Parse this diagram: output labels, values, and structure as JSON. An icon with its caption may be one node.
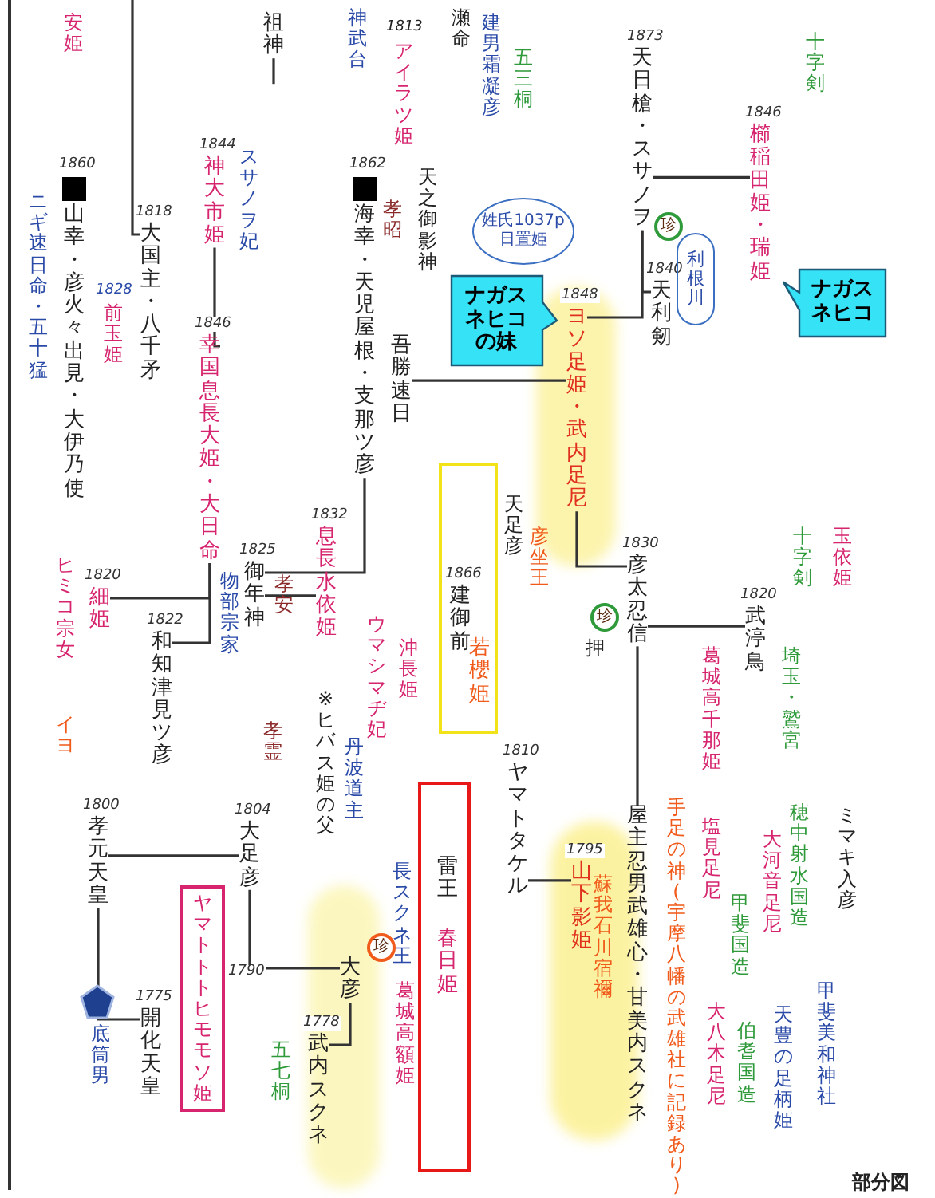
{
  "diagram": {
    "nodes": [
      {
        "text": [
          "天日槍・スサノヲ"
        ],
        "beside": [
          "1873"
        ]
      },
      {
        "text": [
          "櫛稲田姫・瑞姫"
        ],
        "beside": [
          "1846"
        ]
      },
      {
        "text": [
          "天利剱"
        ],
        "beside": [
          "1840"
        ]
      },
      {
        "text": [
          "ヨソ足姫・武内足尼"
        ],
        "beside": [
          "1848"
        ]
      },
      {
        "text": [
          "大国主・八千矛"
        ],
        "beside": [
          "1818"
        ]
      },
      {
        "text": [
          "祖神"
        ]
      },
      {
        "text": [
          "神大市姫"
        ],
        "beside": [
          "1844"
        ]
      },
      {
        "text": [
          "幸国息長大姫・大日命"
        ],
        "beside": [
          "1846"
        ]
      },
      {
        "text": [
          "海幸・天児屋根・支那ツ彦"
        ],
        "beside": [
          "1862"
        ]
      },
      {
        "text": [
          "吾勝速日"
        ]
      },
      {
        "text": [
          "和知津見ツ彦"
        ],
        "beside": [
          "1822"
        ]
      },
      {
        "text": [
          "細姫"
        ],
        "beside": [
          "1820"
        ]
      },
      {
        "text": [
          "御年神"
        ],
        "beside": [
          "1825"
        ]
      },
      {
        "text": [
          "息長水依姫"
        ],
        "beside": [
          "1832"
        ]
      },
      {
        "text": [
          "彦太忍信"
        ],
        "beside": [
          "1830"
        ]
      },
      {
        "text": [
          "武渟鳥"
        ],
        "beside": [
          "1820"
        ]
      },
      {
        "text": [
          "屋主忍男武雄心・甘美内スクネ"
        ]
      },
      {
        "text": [
          "ヤマトタケル"
        ],
        "beside": [
          "1810"
        ]
      },
      {
        "text": [
          "山下影姫"
        ],
        "beside": [
          "1795"
        ]
      },
      {
        "text": [
          "孝元天皇"
        ],
        "beside": [
          "1800"
        ]
      },
      {
        "text": [
          "大足彦"
        ],
        "beside": [
          "1804"
        ]
      },
      {
        "text": [
          "開化天皇"
        ],
        "beside": [
          "1775"
        ]
      },
      {
        "text": [
          "大彦"
        ]
      },
      {
        "text": [
          "武内スクネ"
        ],
        "beside": [
          "1778"
        ]
      },
      {
        "text": [
          "ナガスネヒコの妹"
        ]
      },
      {
        "text": [
          "ナガスネヒコ"
        ]
      },
      {
        "text": [
          "姓氏1037p",
          "日置姫"
        ]
      },
      {
        "text": [
          "利根川"
        ]
      },
      {
        "text": [],
        "shape": "box"
      },
      {
        "text": [
          "建御前"
        ],
        "beside": [
          "1866"
        ],
        "in": 28
      },
      {
        "text": [
          "若櫻姫"
        ],
        "in": 28
      },
      {
        "text": [],
        "shape": "box"
      },
      {
        "text": [
          "雷王"
        ],
        "in": 31
      },
      {
        "text": [
          "春日姫"
        ],
        "in": 31
      },
      {
        "text": [
          "ヤマトトトヒモモソ姫"
        ],
        "beside": [
          "1790"
        ]
      },
      {
        "text": [
          "山幸・彦火々出見・大伊乃使"
        ],
        "beside": [
          "1860"
        ]
      }
    ],
    "edges": [
      {
        "from": null,
        "to": 4,
        "arrow": "none"
      },
      {
        "from": 5,
        "to": null,
        "arrow": "none"
      },
      {
        "from": 0,
        "to": 1,
        "arrow": "none"
      },
      {
        "from": 0,
        "to": 3,
        "arrow": "none"
      },
      {
        "from": 0,
        "to": 2,
        "arrow": "none"
      },
      {
        "from": 6,
        "to": 7,
        "arrow": "none"
      },
      {
        "from": 9,
        "to": 3,
        "arrow": "none"
      },
      {
        "from": 7,
        "to": 10,
        "arrow": "none"
      },
      {
        "from": 7,
        "to": 11,
        "arrow": "none"
      },
      {
        "from": 8,
        "to": 12,
        "arrow": "none"
      },
      {
        "from": 12,
        "to": 13,
        "arrow": "none"
      },
      {
        "from": 3,
        "to": 14,
        "arrow": "none"
      },
      {
        "from": 14,
        "to": 15,
        "arrow": "none"
      },
      {
        "from": 14,
        "to": 16,
        "arrow": "none"
      },
      {
        "from": 19,
        "to": 20,
        "arrow": "none"
      },
      {
        "from": 19,
        "to": 21,
        "arrow": "none"
      },
      {
        "from": 20,
        "to": 22,
        "arrow": "none"
      },
      {
        "from": 22,
        "to": 23,
        "arrow": "none"
      },
      {
        "from": 17,
        "to": 18,
        "arrow": "none"
      }
    ],
    "labels": [
      "安姫",
      "神武台",
      "アイラツ姫",
      "1813",
      "瀬命",
      "建男霜凝彦",
      "五三桐",
      "十字剣",
      "珍",
      "ニギ速日命・五十猛",
      "前玉姫",
      "1828",
      "スサノヲ妃",
      "天之御影神",
      "孝昭",
      "ヒミコ宗女",
      "イヨ",
      "物部宗家",
      "孝安",
      "孝霊",
      "※ヒバス姫の父",
      "ウマシマヂ妃",
      "沖長姫",
      "丹波道主",
      "天足彦",
      "彦坐王",
      "押",
      "珍",
      "葛城高千那姫",
      "十字剣",
      "埼玉・鷲宮",
      "玉依姫",
      "手足の神(宇摩八幡の武雄社に記録あり)",
      "塩見足尼",
      "大八木足尼",
      "甲斐国造",
      "伯耆国造",
      "天豊の足柄姫",
      "大河音足尼",
      "穂中射水国造",
      "ミマキ入彦",
      "甲斐美和神社",
      "底筒男",
      "五七桐",
      "長スクネ王",
      "葛城高額姫",
      "珍",
      "蘇我石川宿禰",
      "部分図"
    ]
  }
}
